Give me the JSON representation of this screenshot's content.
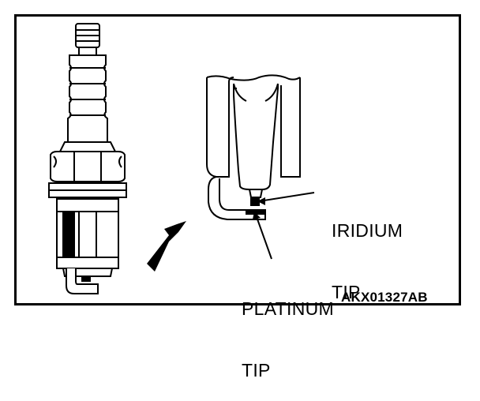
{
  "callouts": {
    "iridium_line1": "IRIDIUM",
    "iridium_line2": "TIP",
    "platinum_line1": "PLATINUM",
    "platinum_line2": "TIP"
  },
  "figure_code": "AKX01327AB"
}
